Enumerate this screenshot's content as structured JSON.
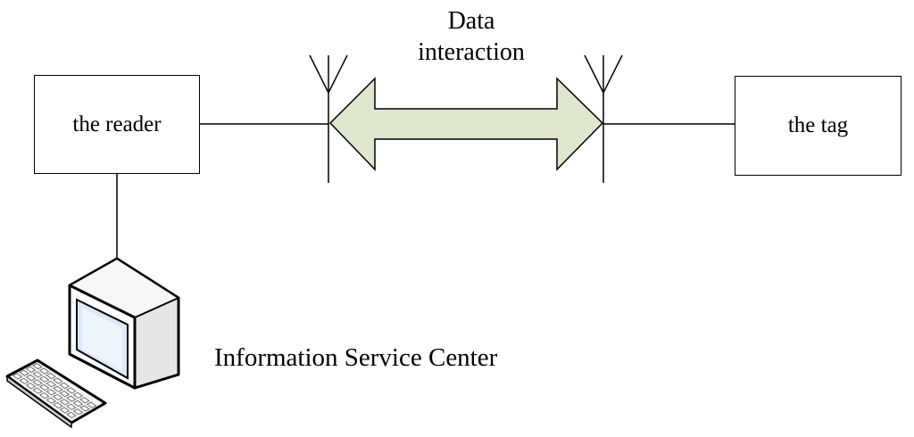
{
  "reader": {
    "label": "the reader"
  },
  "tag": {
    "label": "the tag"
  },
  "interaction": {
    "line1": "Data",
    "line2": "interaction",
    "arrow_fill": "#dfe6cf"
  },
  "service_center": {
    "label": "Information Service Center"
  },
  "colors": {
    "stroke": "#000000",
    "screen": "#dce8f7",
    "monitor_body": "#f2f2f2"
  }
}
